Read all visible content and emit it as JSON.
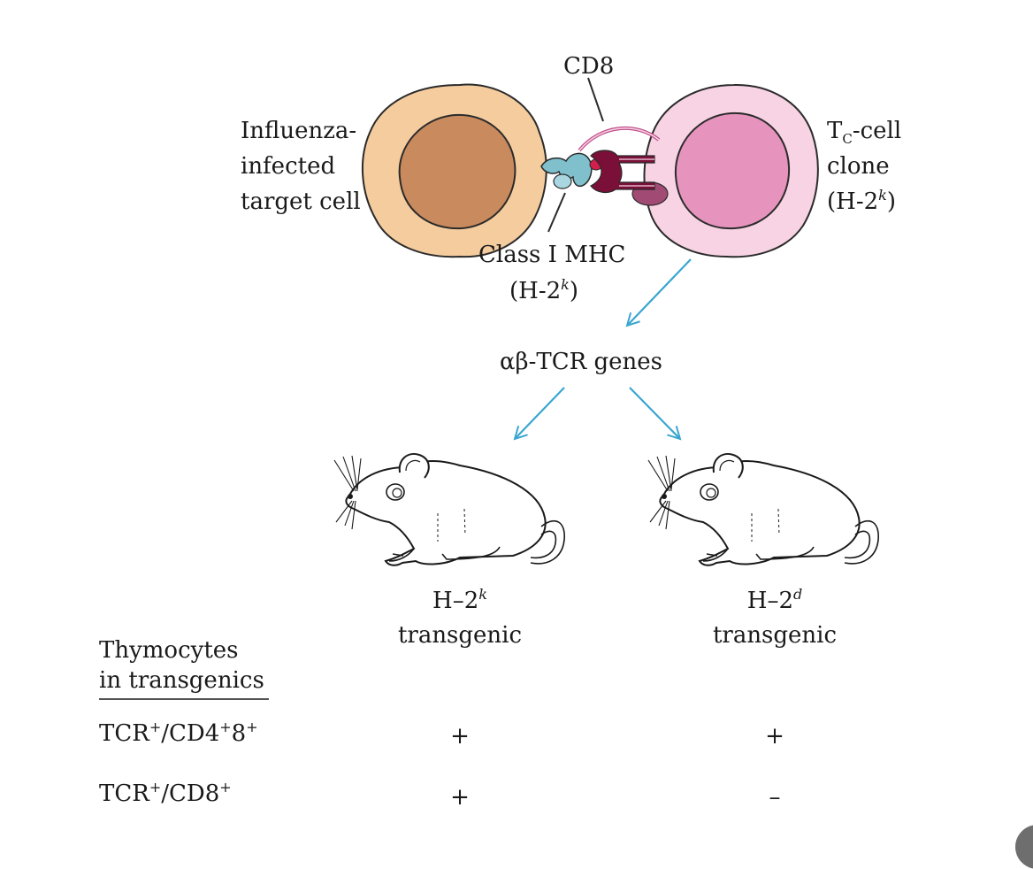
{
  "labels": {
    "cd8": "CD8",
    "target_cell_line1": "Influenza-",
    "target_cell_line2": "infected",
    "target_cell_line3": "target cell",
    "tc_main": "T",
    "tc_sub": "C",
    "tc_rest": "-cell",
    "tc_line2": "clone",
    "tc_line3_pre": "(H-2",
    "tc_line3_sup": "k",
    "tc_line3_post": ")",
    "mhc_line1": "Class I MHC",
    "mhc_line2_pre": "(H-2",
    "mhc_line2_sup": "k",
    "mhc_line2_post": ")",
    "genes": "αβ-TCR genes"
  },
  "mice": [
    {
      "haplotype_pre": "H–2",
      "haplotype_sup": "k",
      "label": "transgenic"
    },
    {
      "haplotype_pre": "H–2",
      "haplotype_sup": "d",
      "label": "transgenic"
    }
  ],
  "table": {
    "header_line1": "Thymocytes",
    "header_line2": "in transgenics",
    "rows": [
      {
        "name_parts": [
          "TCR",
          "+",
          "/CD4",
          "+",
          "8",
          "+"
        ],
        "k": "+",
        "d": "+"
      },
      {
        "name_parts": [
          "TCR",
          "+",
          "/CD8",
          "+"
        ],
        "k": "+",
        "d": "–"
      }
    ]
  },
  "colors": {
    "target_cell_outer": "#f5cc9e",
    "target_cell_nucleus": "#c98a5e",
    "tc_cell_outer": "#f7d3e4",
    "tc_cell_nucleus": "#e694bd",
    "arrow": "#3aa6d0",
    "mhc": "#7fc0cc",
    "tcr": "#7a1038",
    "cd8": "#c0508a"
  }
}
